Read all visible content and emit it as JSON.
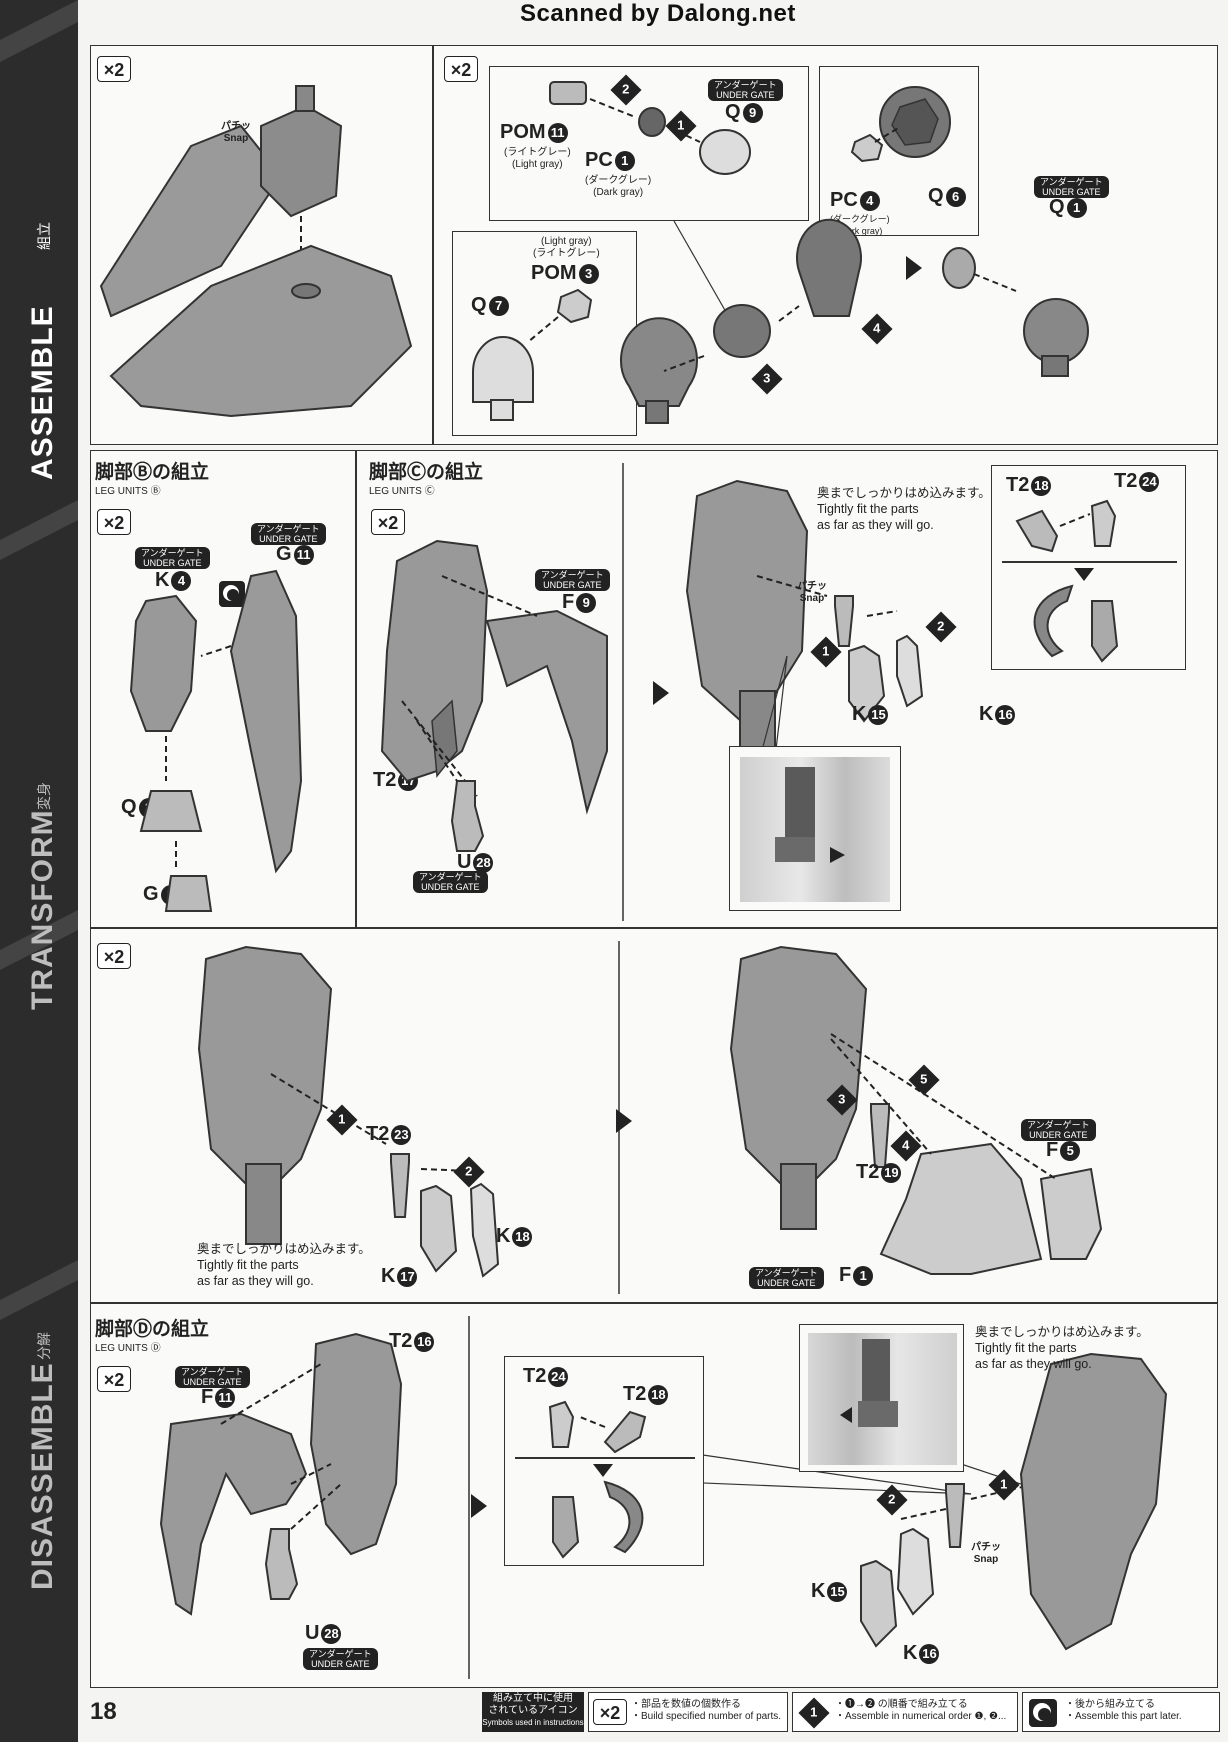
{
  "header": {
    "scan_credit": "Scanned by Dalong.net"
  },
  "sidebar": {
    "sections": [
      {
        "label": "ASSEMBLE",
        "sub": "組立"
      },
      {
        "label": "TRANSFORM",
        "sub": "変身"
      },
      {
        "label": "DISASSEMBLE",
        "sub": "分解"
      }
    ]
  },
  "common": {
    "x2": "×2",
    "under_gate_jp": "アンダーゲート",
    "under_gate_en": "UNDER GATE",
    "snap_jp": "パチッ",
    "snap_en": "Snap",
    "fit_note_jp": "奥までしっかりはめ込みます。",
    "fit_note_en1": "Tightly fit the parts",
    "fit_note_en2": "as far as they will go."
  },
  "panel_top_right": {
    "pom11": "POM",
    "pom11_num": "11",
    "pom11_jp": "(ライトグレー)",
    "pom11_en": "(Light gray)",
    "pc1": "PC",
    "pc1_num": "1",
    "pc1_jp": "(ダークグレー)",
    "pc1_en": "(Dark gray)",
    "q9": "Q",
    "q9_num": "9",
    "q6": "Q",
    "q6_num": "6",
    "pc4": "PC",
    "pc4_num": "4",
    "pc4_jp": "(ダークグレー)",
    "pc4_en": "(Dark gray)",
    "q1": "Q",
    "q1_num": "1",
    "pom3": "POM",
    "pom3_num": "3",
    "pom3_jp": "(ライトグレー)",
    "pom3_en": "(Light gray)",
    "q7": "Q",
    "q7_num": "7",
    "steps": [
      "1",
      "2",
      "3",
      "4"
    ]
  },
  "leg_b": {
    "title_jp": "脚部Ⓑの組立",
    "title_en": "LEG UNITS Ⓑ",
    "g11": "G",
    "g11_num": "11",
    "k4": "K",
    "k4_num": "4",
    "q3": "Q",
    "q3_num": "3",
    "g5": "G",
    "g5_num": "5"
  },
  "leg_c": {
    "title_jp": "脚部Ⓒの組立",
    "title_en": "LEG UNITS Ⓒ",
    "f9": "F",
    "f9_num": "9",
    "t2_17": "T2",
    "t2_17_num": "17",
    "u28": "U",
    "u28_num": "28",
    "t2_18": "T2",
    "t2_18_num": "18",
    "t2_24": "T2",
    "t2_24_num": "24",
    "k15": "K",
    "k15_num": "15",
    "k16": "K",
    "k16_num": "16"
  },
  "row3": {
    "t2_23": "T2",
    "t2_23_num": "23",
    "k18": "K",
    "k18_num": "18",
    "k17": "K",
    "k17_num": "17",
    "t2_19": "T2",
    "t2_19_num": "19",
    "f5": "F",
    "f5_num": "5",
    "f1": "F",
    "f1_num": "1",
    "steps": [
      "1",
      "2",
      "3",
      "4",
      "5"
    ]
  },
  "leg_d": {
    "title_jp": "脚部Ⓓの組立",
    "title_en": "LEG UNITS Ⓓ",
    "f11": "F",
    "f11_num": "11",
    "t2_16": "T2",
    "t2_16_num": "16",
    "u28": "U",
    "u28_num": "28",
    "t2_24": "T2",
    "t2_24_num": "24",
    "t2_18": "T2",
    "t2_18_num": "18",
    "k15": "K",
    "k15_num": "15",
    "k16": "K",
    "k16_num": "16"
  },
  "footer": {
    "page_number": "18",
    "legend_title_jp1": "組み立て中に使用",
    "legend_title_jp2": "されているアイコン",
    "legend_title_en": "Symbols used in instructions",
    "legend1_jp": "・部品を数値の個数作る",
    "legend1_en": "・Build specified number of parts.",
    "legend2_jp": "・❶→❷ の順番で組み立てる",
    "legend2_en": "・Assemble in numerical order ❶, ❷...",
    "legend3_jp": "・後から組み立てる",
    "legend3_en": "・Assemble this part later."
  },
  "colors": {
    "sidebar": "#2c2c2c",
    "part_fill": "#9a9a9a",
    "part_stroke": "#333333",
    "ink": "#222222"
  }
}
